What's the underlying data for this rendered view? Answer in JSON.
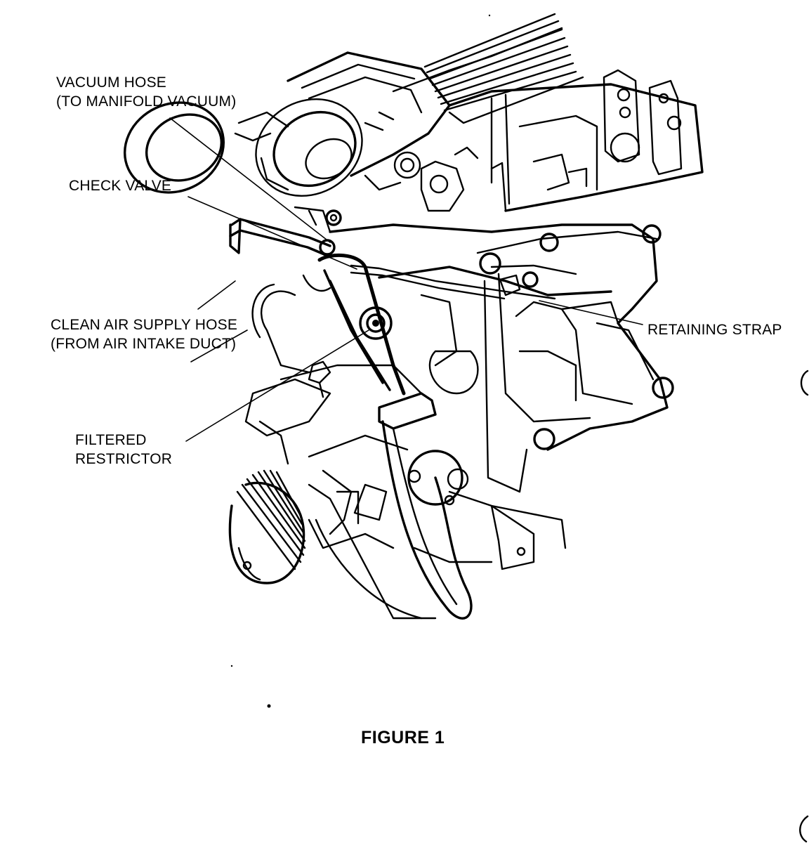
{
  "labels": {
    "vacuum_hose": [
      "VACUUM HOSE",
      "(TO MANIFOLD VACUUM)"
    ],
    "check_valve": [
      "CHECK VALVE"
    ],
    "clean_air_supply_hose": [
      "CLEAN AIR SUPPLY HOSE",
      "(FROM AIR INTAKE DUCT)"
    ],
    "filtered_restrictor": [
      "FILTERED",
      "RESTRICTOR"
    ],
    "retaining_strap": [
      "RETAINING STRAP"
    ]
  },
  "caption": "FIGURE 1"
}
